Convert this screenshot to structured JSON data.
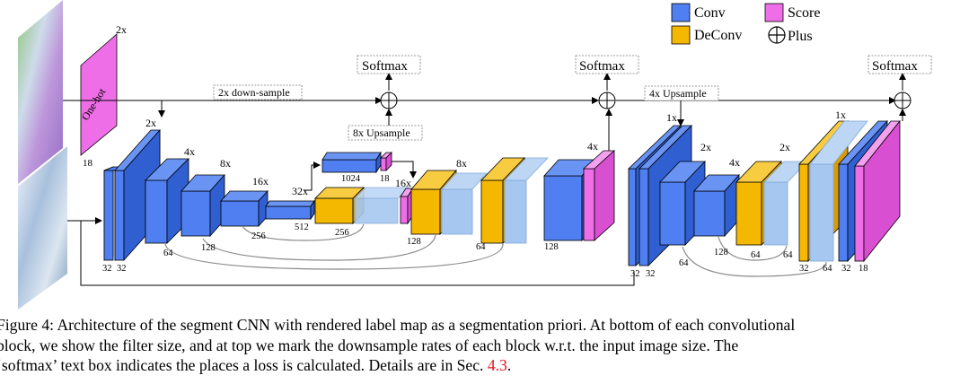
{
  "legend": {
    "conv": "Conv",
    "deconv": "DeConv",
    "score": "Score",
    "plus": "Plus",
    "colors": {
      "conv": "#4f7ff0",
      "deconv": "#f5b800",
      "score": "#ee6ee8",
      "faded_conv": "#a6c8f0"
    }
  },
  "labels": {
    "softmax": "Softmax",
    "onehot": "One-hot",
    "down_sample": "2x down-sample",
    "upsample_8x": "8x Upsample",
    "upsample_4x": "4x Upsample",
    "rate_2x": "2x",
    "rate_4x": "4x",
    "rate_8x": "8x",
    "rate_16x": "16x",
    "rate_32x": "32x",
    "rate_1x": "1x",
    "f18": "18",
    "f32": "32",
    "f64": "64",
    "f128": "128",
    "f256": "256",
    "f512": "512",
    "f1024": "1024"
  },
  "caption": {
    "line1": "Figure 4: Architecture of the segment CNN with rendered label map as a segmentation priori.  At bottom of each convolutional",
    "line2": "block, we show the filter size, and at top we mark the downsample rates of each block w.r.t. the input image size.  The",
    "line3a": "‘softmax’ text box indicates the places a loss is calculated. Details are in Sec. ",
    "line3_ref": "4.3",
    "line3b": "."
  }
}
